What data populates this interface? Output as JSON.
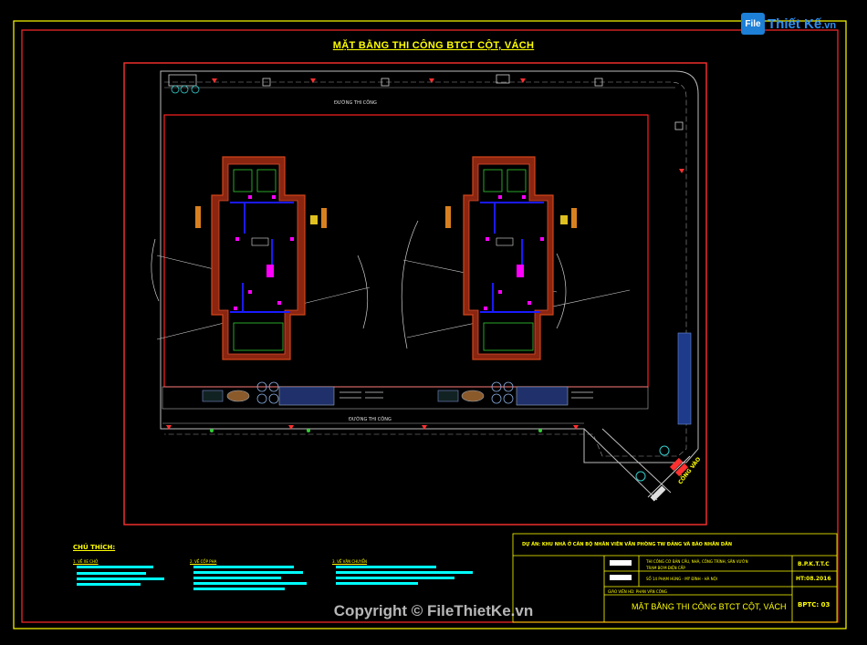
{
  "drawing": {
    "title": "MẶT BẰNG THI CÔNG BTCT CỘT, VÁCH",
    "road_top_label": "ĐƯỜNG THI CÔNG",
    "road_bottom_label": "ĐƯỜNG THI CÔNG",
    "gate_label": "CỔNG VÀO"
  },
  "legend": {
    "title": "CHÚ THÍCH:",
    "groups": [
      {
        "heading": "1. VỀ XE CHỞ"
      },
      {
        "heading": "2. VỀ CỐP PHA"
      },
      {
        "heading": "3. VỀ VẬN CHUYỂN"
      }
    ]
  },
  "title_block": {
    "project": "DỰ ÁN: KHU NHÀ Ở CÁN BỘ NHÂN VIÊN VĂN PHÒNG TW ĐẢNG VÀ BÁO NHÂN DÂN",
    "line1": "THI CÔNG CƠ BẢN CẦU, NHÀ, CÔNG TRÌNH, SÂN VƯỜN",
    "line2": "TRẠM BƠM ĐIỆN CẤP ",
    "line3": "SỐ 14 PHẠM HÙNG - MỸ ĐÌNH - HÀ NỘI",
    "designer": "GIÁO VIÊN HD: PHAN VĂN CÔNG",
    "drawing_name": "MẶT BẰNG THI CÔNG BTCT CỘT, VÁCH",
    "ref_code": "B.P.K.T.T.C",
    "date": "HT:08.2016",
    "sheet": "BPTC: 03"
  },
  "watermark": {
    "logo_box": "File",
    "logo_name": "Thiết Kế",
    "logo_domain": ".vn",
    "copyright": "Copyright © FileThietKe.vn"
  },
  "colors": {
    "background": "#000000",
    "frame": "#ffff00",
    "inner_frame": "#ff2a2a",
    "site_boundary": "#ff3030",
    "road": "#cccccc",
    "column": "#c0392b",
    "wall": "#0000ff",
    "crane": "#e0e0e0",
    "title_text": "#ffff00",
    "legend_text": "#00ffff",
    "logo": "#1d7fd6"
  }
}
